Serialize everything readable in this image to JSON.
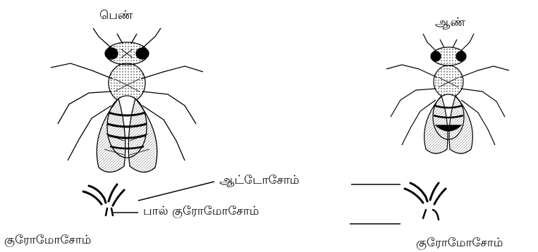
{
  "labels": {
    "female": "பெண்",
    "male": "ஆண்",
    "autosome": "ஆட்டோசோம்",
    "sex_chromosome": "பால் குரோமோசோம்",
    "chromosome_left": "குரோமோசோம்",
    "chromosome_right": "குரோமோசோம்"
  },
  "colors": {
    "ink": "#000000",
    "background": "#ffffff"
  }
}
